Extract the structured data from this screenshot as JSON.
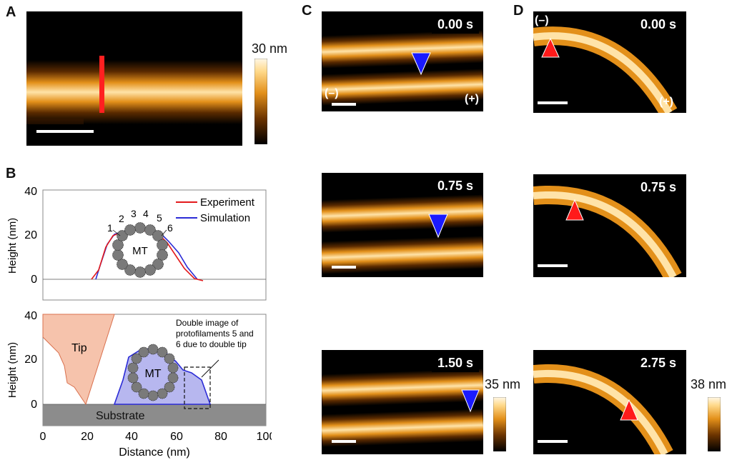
{
  "panels": {
    "a": "A",
    "b": "B",
    "c": "C",
    "d": "D"
  },
  "panel_a": {
    "colorbar_label": "30 nm"
  },
  "panel_b_top": {
    "y_label": "Height (nm)",
    "y_ticks": [
      "0",
      "20",
      "40"
    ],
    "legend": {
      "experiment": "Experiment",
      "simulation": "Simulation"
    },
    "mt_label": "MT",
    "protofilament_labels": [
      "1",
      "2",
      "3",
      "4",
      "5",
      "6"
    ]
  },
  "panel_b_bottom": {
    "y_label": "Height (nm)",
    "y_ticks": [
      "0",
      "20",
      "40"
    ],
    "x_label": "Distance (nm)",
    "x_ticks": [
      "0",
      "20",
      "40",
      "60",
      "80",
      "100"
    ],
    "tip_label": "Tip",
    "mt_label": "MT",
    "substrate_label": "Substrate",
    "annotation": [
      "Double image of",
      "protofilaments 5 and",
      "6 due to double tip"
    ]
  },
  "panel_c": {
    "frames": [
      {
        "time": "0.00 s"
      },
      {
        "time": "0.75 s"
      },
      {
        "time": "1.50 s"
      }
    ],
    "minus_end": "(–)",
    "plus_end": "(+)",
    "colorbar_label": "35 nm",
    "marker_color": "#1a1aff"
  },
  "panel_d": {
    "frames": [
      {
        "time": "0.00 s"
      },
      {
        "time": "0.75 s"
      },
      {
        "time": "2.75 s"
      }
    ],
    "minus_end": "(–)",
    "plus_end": "(+)",
    "colorbar_label": "38 nm",
    "marker_color": "#ff1a1a"
  },
  "colors": {
    "experiment": "#e31a1c",
    "simulation": "#2b2bd6",
    "tip_fill": "#f6c3ac",
    "mt_fill": "#b7b7ef",
    "substrate": "#8c8c8c",
    "protofilament": "#7a7a7a"
  }
}
